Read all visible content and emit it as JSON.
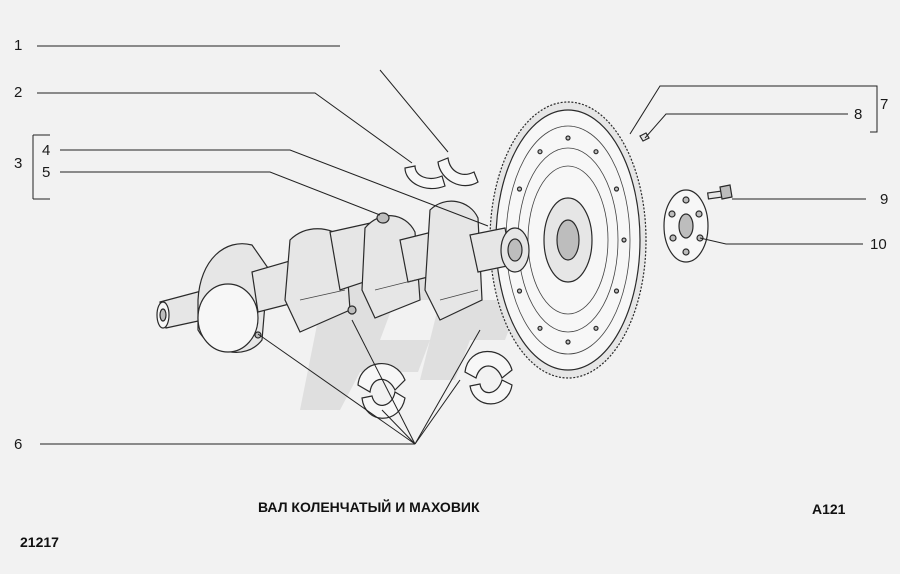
{
  "callouts": [
    {
      "id": "1",
      "label": "1"
    },
    {
      "id": "2",
      "label": "2"
    },
    {
      "id": "3",
      "label": "3"
    },
    {
      "id": "4",
      "label": "4"
    },
    {
      "id": "5",
      "label": "5"
    },
    {
      "id": "6",
      "label": "6"
    },
    {
      "id": "7",
      "label": "7"
    },
    {
      "id": "8",
      "label": "8"
    },
    {
      "id": "9",
      "label": "9"
    },
    {
      "id": "10",
      "label": "10"
    }
  ],
  "caption": {
    "title": "ВАЛ КОЛЕНЧАТЫЙ И МАХОВИК",
    "code": "А121",
    "model": "21217"
  }
}
